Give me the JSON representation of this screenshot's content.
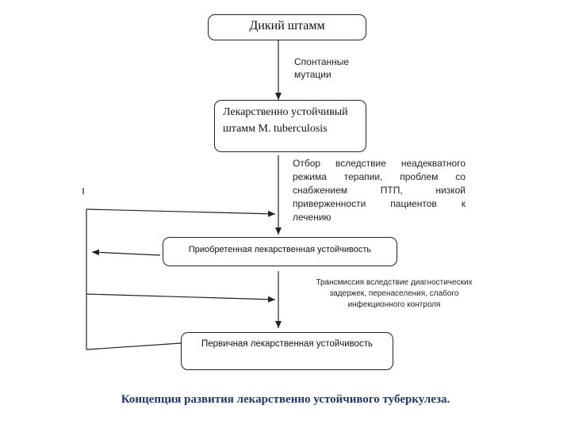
{
  "nodes": {
    "wild": "Дикий штамм",
    "resistant_line1": "Лекарственно устойчивый",
    "resistant_line2": "штамм M. tuberculosis",
    "acquired": "Приобретенная лекарственная устойчивость",
    "primary": "Первичная лекарственная устойчивость"
  },
  "edges": {
    "mutations_line1": "Спонтанные",
    "mutations_line2": "мутации",
    "selection": [
      "Отбор вследствие неадекватного",
      "режима терапии, проблем со",
      "снабжением ПТП, низкой",
      "приверженности пациентов к",
      "лечению"
    ],
    "transmission": [
      "Трансмиссия вследствие диагностических",
      "задержек, перенаселения, слабого",
      "инфекционного контроля"
    ]
  },
  "caption": "Концепция развития лекарственно устойчивого туберкулеза.",
  "colors": {
    "caption": "#1f3864",
    "stroke": "#222222"
  }
}
